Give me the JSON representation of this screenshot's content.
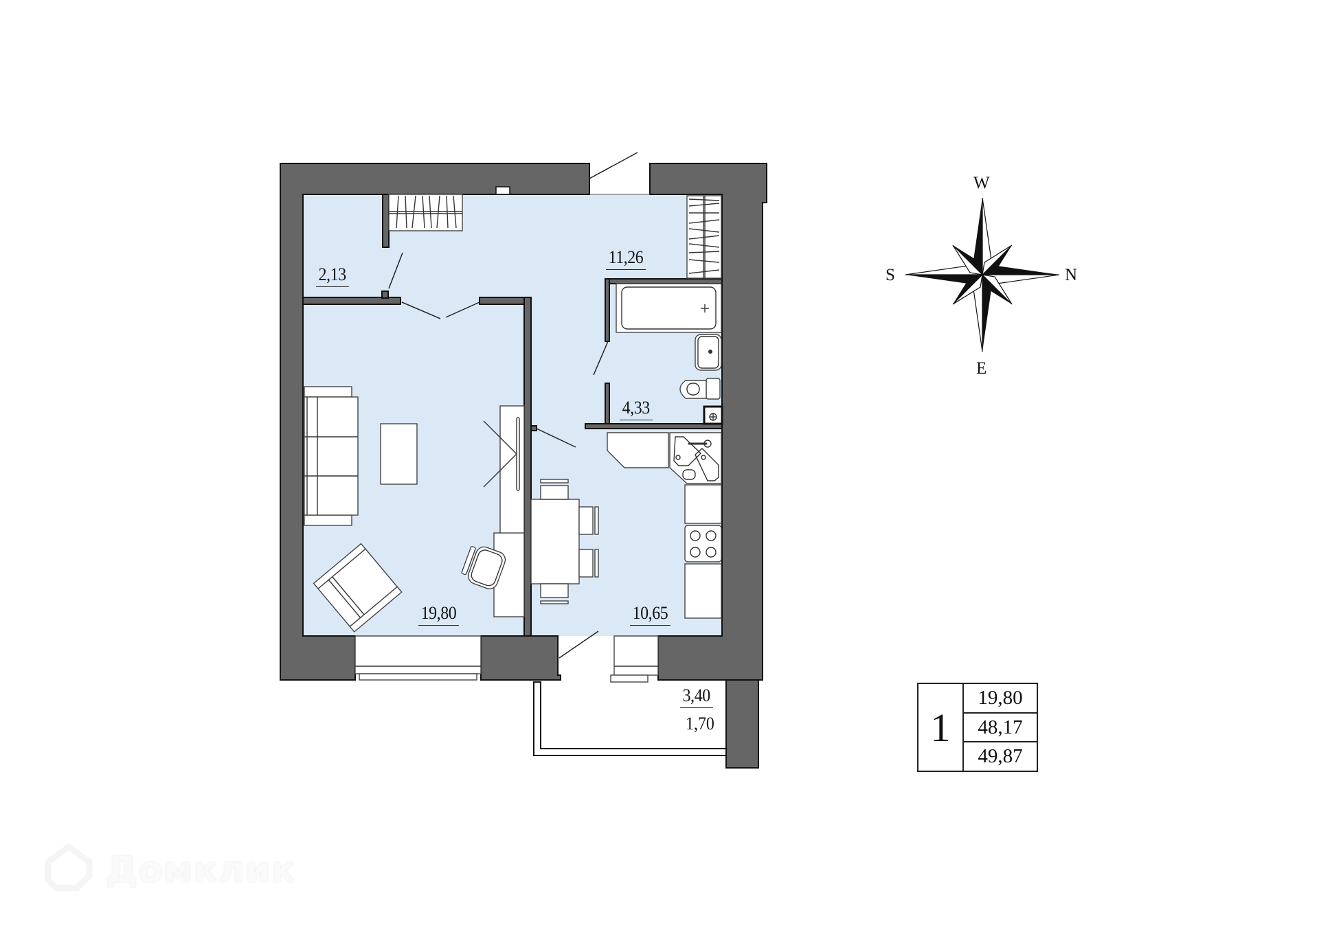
{
  "plan": {
    "rooms": [
      {
        "id": "hallway-storage",
        "area": "2,13"
      },
      {
        "id": "hallway",
        "area": "11,26"
      },
      {
        "id": "bathroom",
        "area": "4,33"
      },
      {
        "id": "living-room",
        "area": "19,80"
      },
      {
        "id": "kitchen",
        "area": "10,65"
      }
    ],
    "balcony": {
      "area": "3,40",
      "reduced_area": "1,70"
    }
  },
  "compass": {
    "top": "W",
    "bottom": "E",
    "left": "S",
    "right": "N"
  },
  "summary": {
    "rooms_count": "1",
    "living_area": "19,80",
    "total_area": "48,17",
    "total_area_with_balcony": "49,87"
  },
  "colors": {
    "wall": "#666666",
    "floor": "#dbe9f7",
    "furniture": "#ffffff"
  },
  "watermark": {
    "text": "Домклик"
  }
}
